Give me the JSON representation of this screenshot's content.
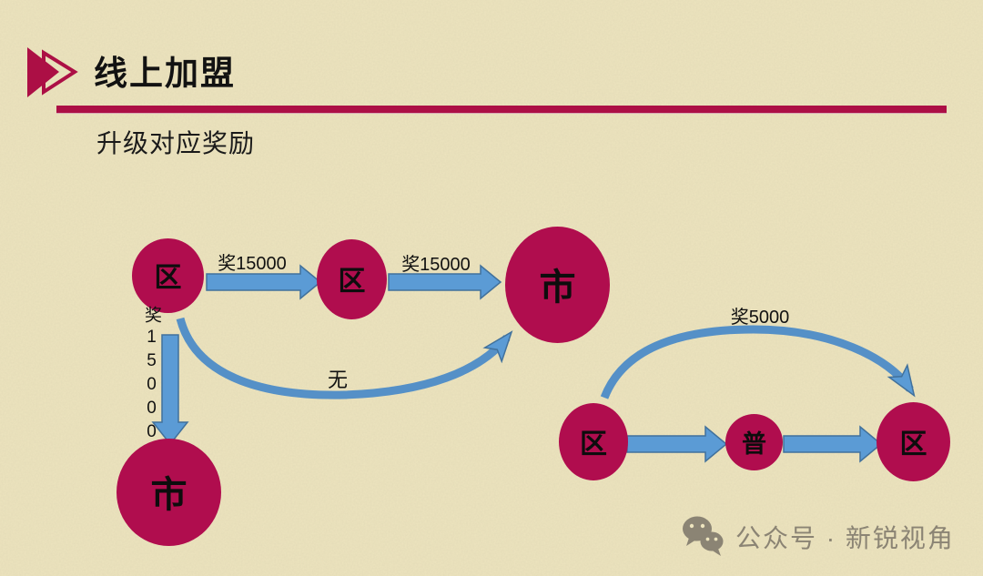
{
  "header": {
    "title": "线上加盟",
    "subtitle": "升级对应奖励"
  },
  "left_flow": {
    "node_a": "区",
    "node_b": "区",
    "node_c": "市",
    "node_d": "市",
    "edge_a_b_label": "奖15000",
    "edge_b_c_label": "奖15000",
    "edge_a_d_label": "奖15000",
    "edge_a_c_label": "无"
  },
  "right_flow": {
    "node_e": "区",
    "node_f": "普",
    "node_g": "区",
    "edge_arc_label": "奖5000"
  },
  "watermark": {
    "label": "公众号 · 新锐视角"
  },
  "colors": {
    "background": "#EDE4BE",
    "accent_crimson": "#AC0F45",
    "node_fill": "#B00D4E",
    "arrow_fill": "#5B9BD5",
    "arrow_border": "#41719C",
    "watermark_gray": "#8B8474",
    "text": "#141414"
  }
}
